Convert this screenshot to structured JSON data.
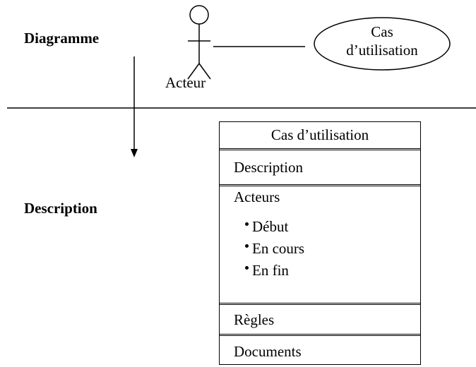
{
  "labels": {
    "diagram": "Diagramme",
    "description": "Description"
  },
  "actor": {
    "label": "Acteur",
    "icon": "stick-figure-icon"
  },
  "use_case_ellipse": {
    "line1": "Cas",
    "line2": "d’utilisation"
  },
  "table": {
    "header": "Cas d’utilisation",
    "rows": {
      "description": "Description",
      "actors": "Acteurs",
      "rules": "Règles",
      "documents": "Documents"
    },
    "actor_items": [
      "Début",
      "En cours",
      "En fin"
    ]
  }
}
